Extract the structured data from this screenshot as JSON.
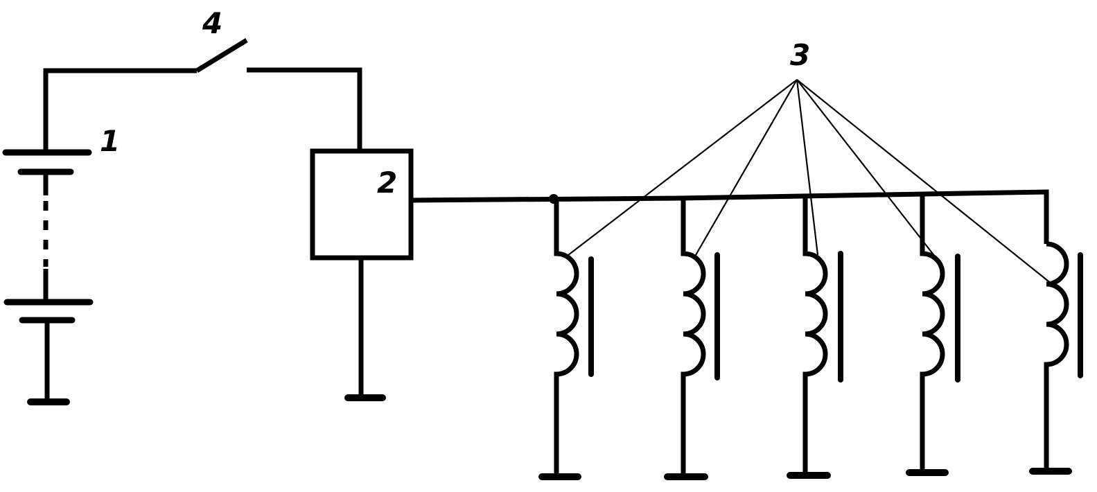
{
  "labels": {
    "battery": "1",
    "device": "2",
    "coils": "3",
    "switch": "4"
  }
}
